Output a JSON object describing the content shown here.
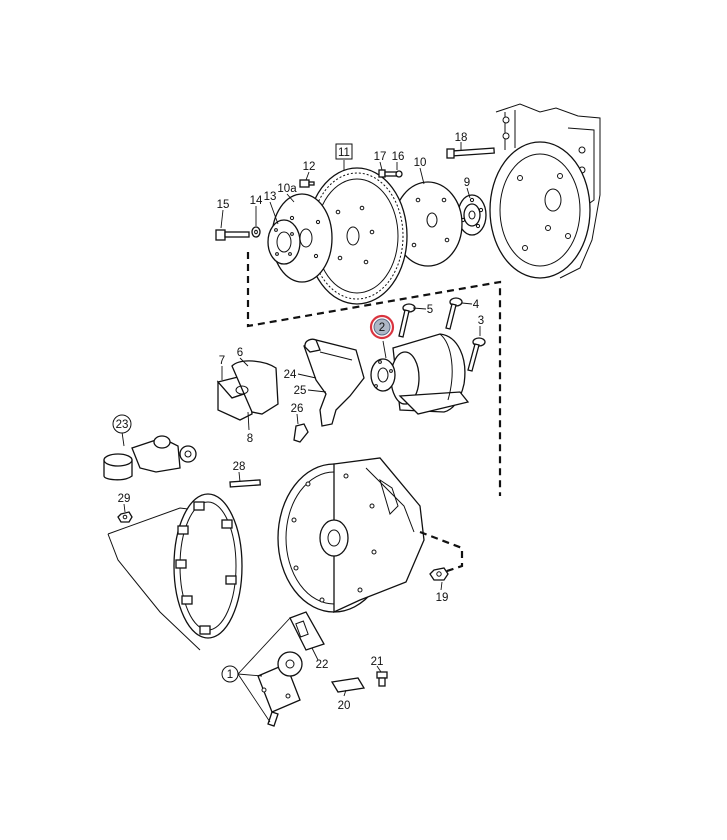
{
  "diagram": {
    "labels": {
      "l1": "1",
      "l2": "2",
      "l3": "3",
      "l4": "4",
      "l5": "5",
      "l6": "6",
      "l7": "7",
      "l8": "8",
      "l9": "9",
      "l10": "10",
      "l10a": "10a",
      "l11": "11",
      "l12": "12",
      "l13": "13",
      "l14": "14",
      "l15": "15",
      "l16": "16",
      "l17": "17",
      "l18": "18",
      "l19": "19",
      "l20": "20",
      "l21": "21",
      "l22": "22",
      "l23": "23",
      "l24": "24",
      "l25": "25",
      "l26": "26",
      "l28": "28",
      "l29": "29"
    },
    "highlight": {
      "part": "2",
      "color": "#d9343f",
      "fill": "#aeb7c6"
    }
  }
}
